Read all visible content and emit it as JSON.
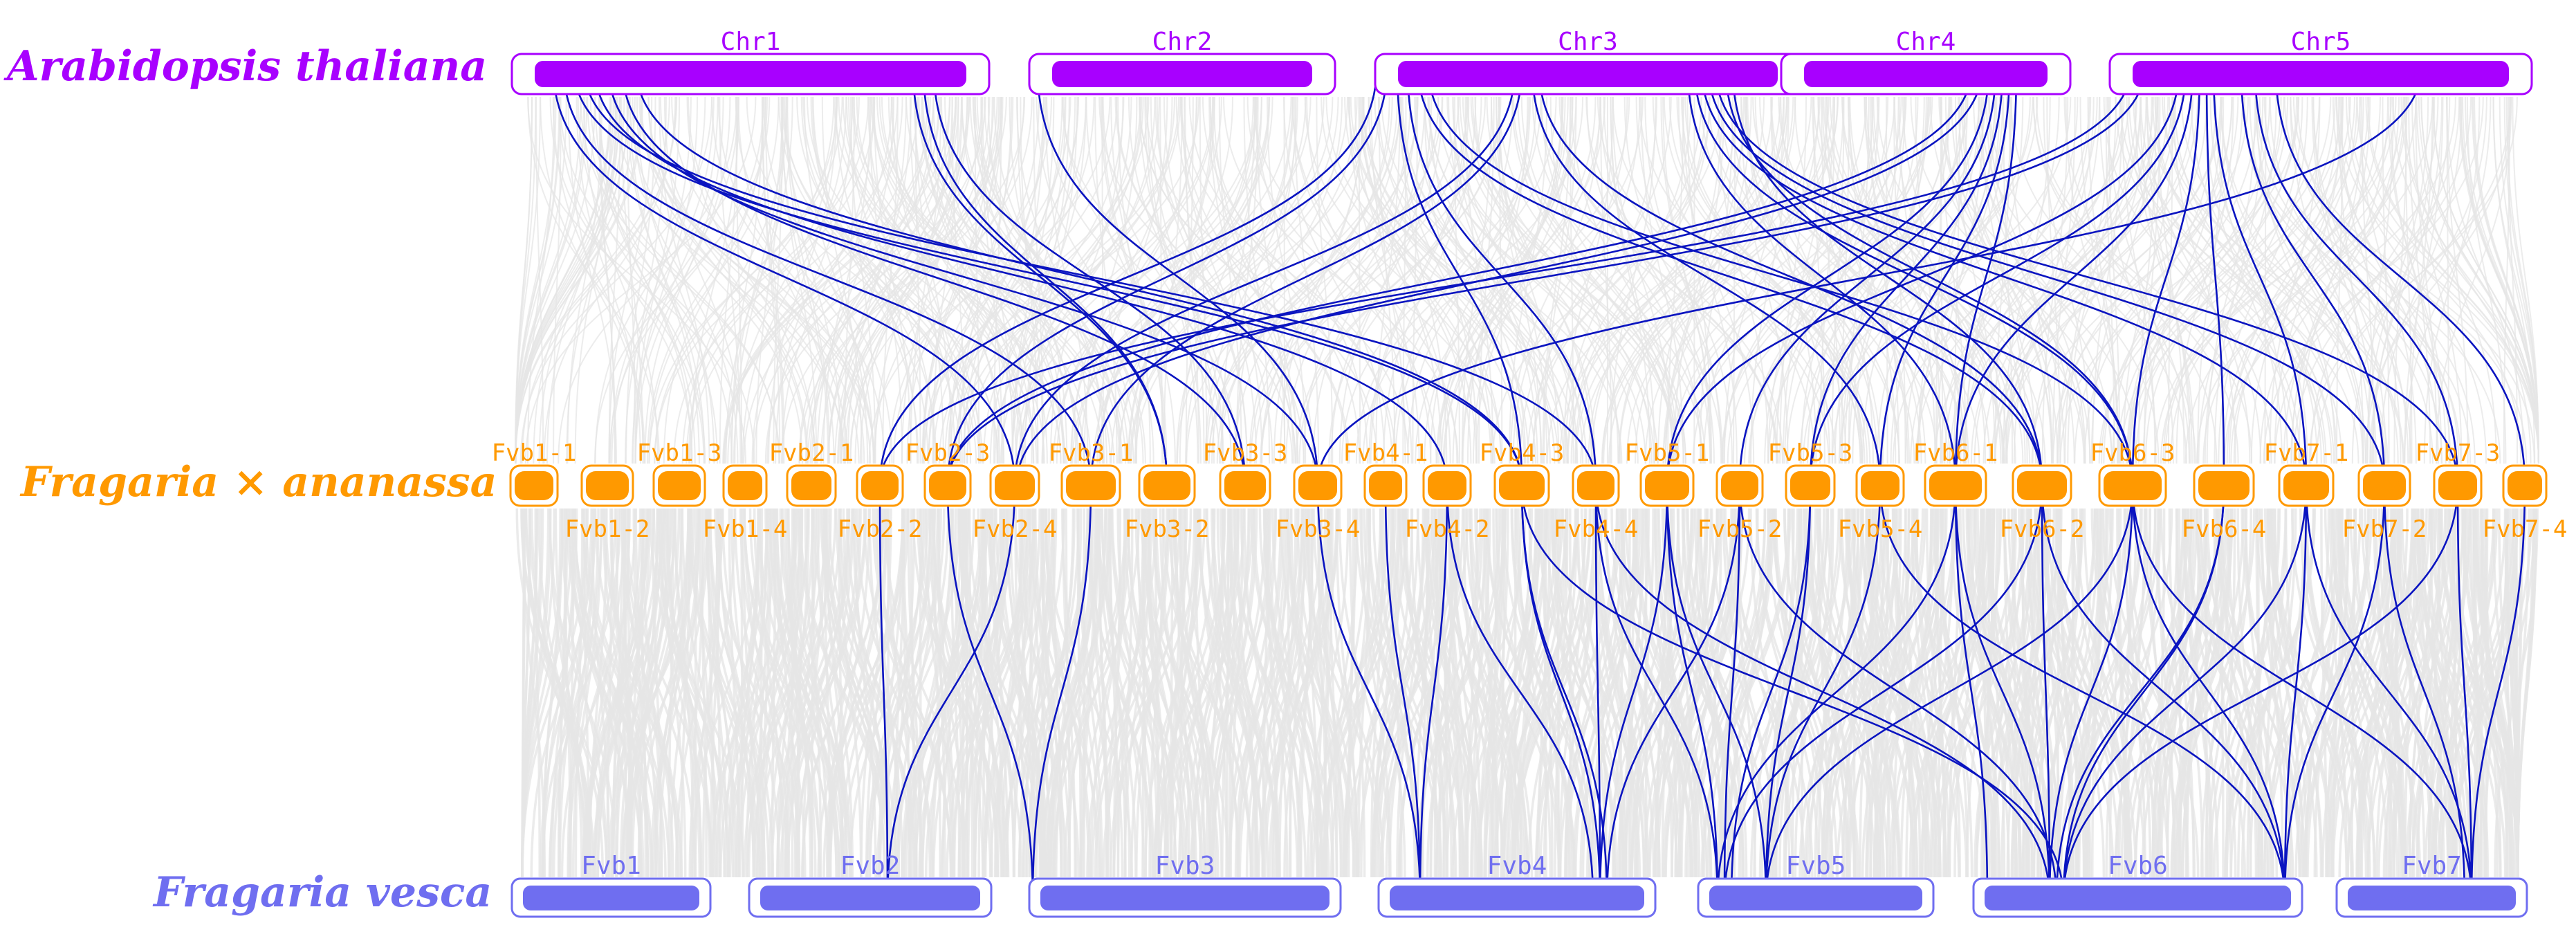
{
  "colors": {
    "background": "#ffffff",
    "background_links": "#e6e6e6",
    "syntenic_links": "#0a14c0",
    "arabidopsis": "#a800ff",
    "fragaria_ananassa": "#ff9900",
    "fragaria_vesca": "#6f6ef0"
  },
  "species": [
    {
      "name": "Arabidopsis thaliana"
    },
    {
      "name": "Fragaria × ananassa"
    },
    {
      "name": "Fragaria vesca"
    }
  ],
  "arabidopsis_chromosomes": [
    "Chr1",
    "Chr2",
    "Chr3",
    "Chr4",
    "Chr5"
  ],
  "ananassa_chromosomes_top_labels": [
    "Fvb1-1",
    "Fvb1-3",
    "Fvb2-1",
    "Fvb2-3",
    "Fvb3-1",
    "Fvb3-3",
    "Fvb4-1",
    "Fvb4-3",
    "Fvb5-1",
    "Fvb5-3",
    "Fvb6-1",
    "Fvb6-3",
    "Fvb7-1",
    "Fvb7-3"
  ],
  "ananassa_chromosomes_bottom_labels": [
    "Fvb1-2",
    "Fvb1-4",
    "Fvb2-2",
    "Fvb2-4",
    "Fvb3-2",
    "Fvb3-4",
    "Fvb4-2",
    "Fvb4-4",
    "Fvb5-2",
    "Fvb5-4",
    "Fvb6-2",
    "Fvb6-4",
    "Fvb7-2",
    "Fvb7-4"
  ],
  "vesca_chromosomes": [
    "Fvb1",
    "Fvb2",
    "Fvb3",
    "Fvb4",
    "Fvb5",
    "Fvb6",
    "Fvb7"
  ]
}
